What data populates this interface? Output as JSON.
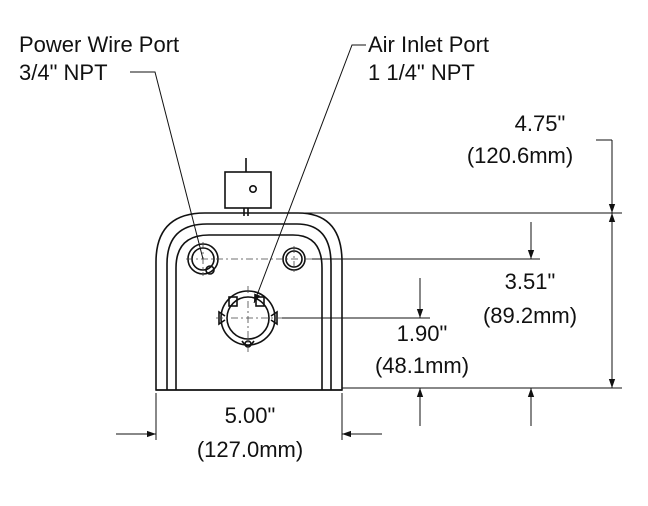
{
  "callouts": {
    "power_port": {
      "name": "Power Wire Port",
      "size": "3/4\" NPT"
    },
    "air_port": {
      "name": "Air Inlet Port",
      "size": "1 1/4\" NPT"
    }
  },
  "dimensions": {
    "height": {
      "in": "4.75\"",
      "mm": "(120.6mm)"
    },
    "port_center": {
      "in": "3.51\"",
      "mm": "(89.2mm)"
    },
    "air_center": {
      "in": "1.90\"",
      "mm": "(48.1mm)"
    },
    "width": {
      "in": "5.00\"",
      "mm": "(127.0mm)"
    }
  }
}
